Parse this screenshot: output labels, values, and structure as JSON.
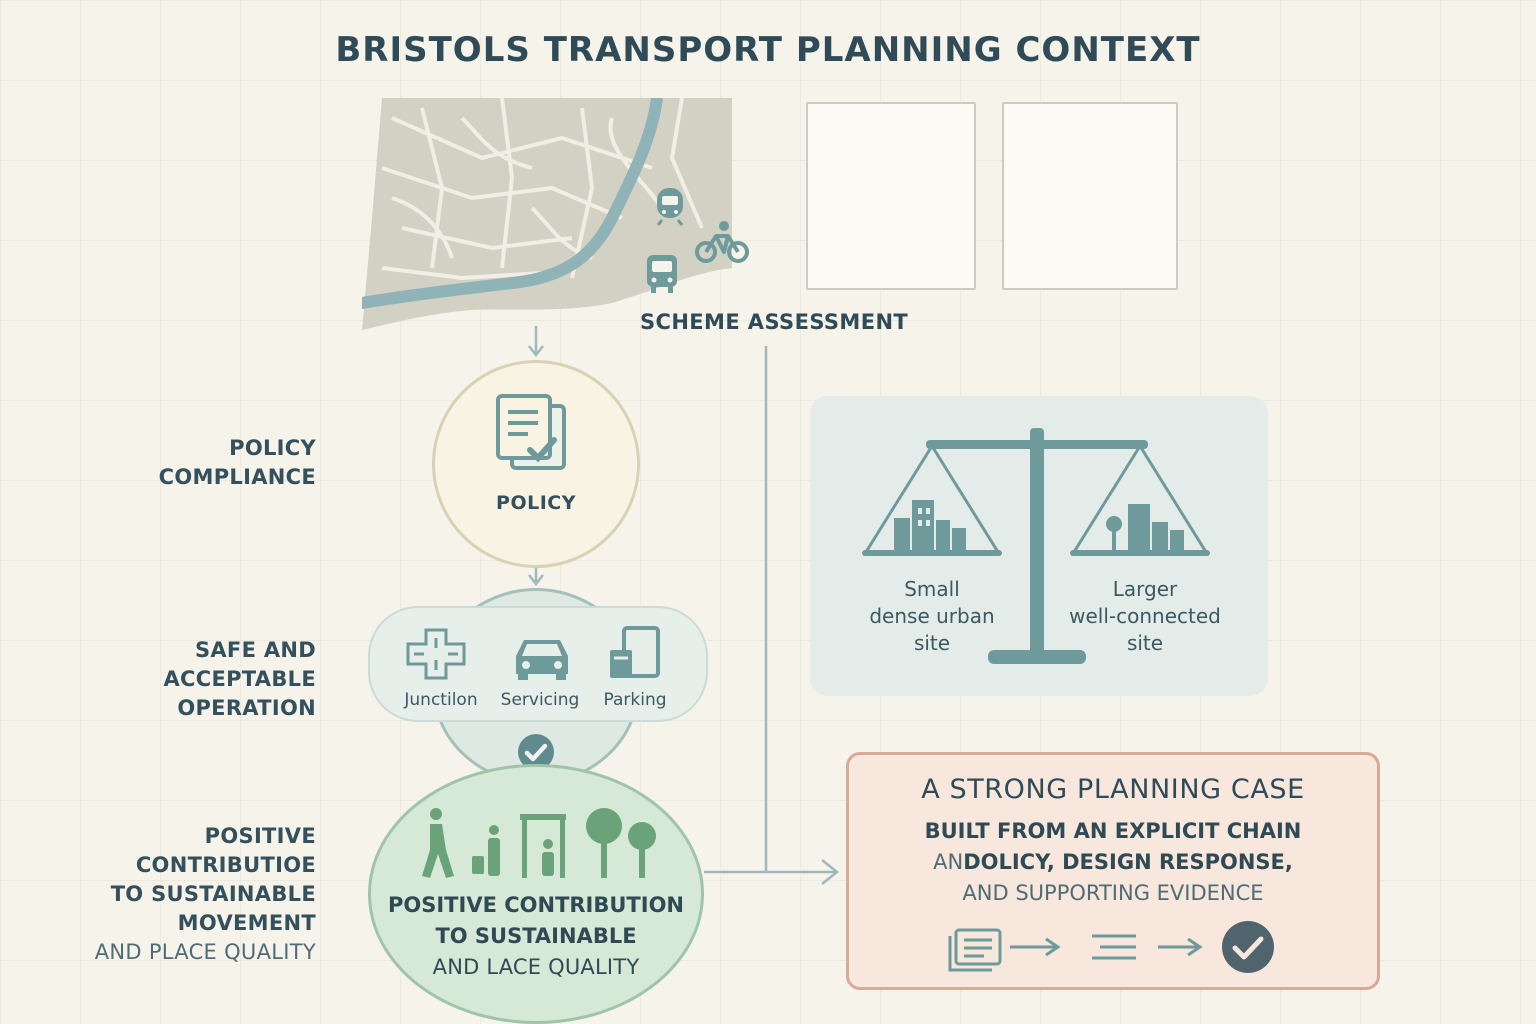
{
  "title": "BRISTOLS TRANSPORT PLANNING CONTEXT",
  "scheme_assessment": "SCHEME ASSESSMENT",
  "side_labels": {
    "policy": [
      "POLICY",
      "COMPLIANCE"
    ],
    "safe": [
      "SAFE AND",
      "ACCEPTABLE",
      "OPERATION"
    ],
    "positive": [
      "POSITIVE",
      "CONTRIBUTIOE",
      "TO SUSTAINABLE",
      "MOVEMENT",
      "AND PLACE QUALITY"
    ]
  },
  "policy_circle": {
    "label": "POLICY"
  },
  "operation_items": [
    {
      "label": "Junctilon",
      "icon": "junction-icon"
    },
    {
      "label": "Servicing",
      "icon": "car-icon"
    },
    {
      "label": "Parking",
      "icon": "parking-icon"
    }
  ],
  "positive_circle": {
    "lines": [
      "POSITIVE CONTRIBUTION",
      "TO SUSTAINABLE",
      "AND LACE QUALITY"
    ]
  },
  "scale": {
    "left": [
      "Small",
      "dense urban",
      "site"
    ],
    "right": [
      "Larger",
      "well-connected",
      "site"
    ]
  },
  "case": {
    "title": "A STRONG PLANNING CASE",
    "line1": "BUILT FROM AN EXPLICIT CHAIN",
    "line2_soft": "AN",
    "line2": "DOLICY, DESIGN RESPONSE,",
    "line3_soft": "AND SUPPORTING",
    "line3": " EVIDENCE"
  },
  "colors": {
    "background": "#f6f3ea",
    "ink": "#2f4b57",
    "map": "#d3d1c3",
    "river": "#8fb3b7",
    "accent_teal": "#6f9a9c",
    "green": "#6aa37a",
    "case_border": "#d9aa98"
  }
}
